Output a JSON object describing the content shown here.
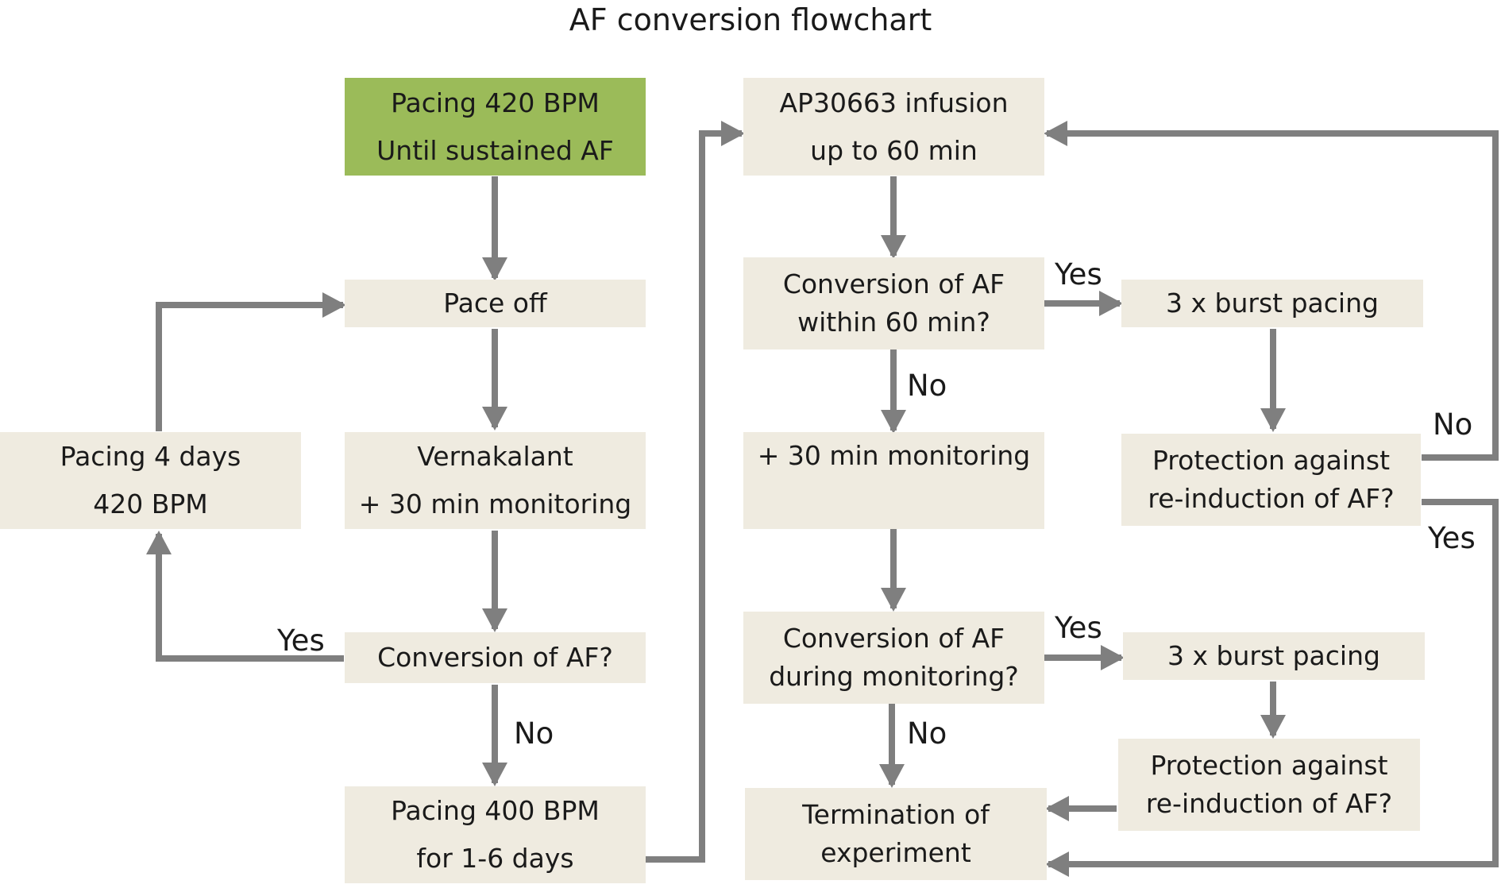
{
  "title": "AF conversion flowchart",
  "colors": {
    "box": "#efebe0",
    "start_box": "#9bbb59",
    "arrow": "#7f7f7f"
  },
  "nodes": {
    "pacing_420_until_af": [
      "Pacing 420 BPM",
      "Until sustained AF"
    ],
    "pace_off": [
      "Pace off"
    ],
    "vernakalant": [
      "Vernakalant",
      "+ 30 min monitoring"
    ],
    "conversion_of_af": [
      "Conversion of AF?"
    ],
    "pacing_400": [
      "Pacing 400 BPM",
      "for 1-6 days"
    ],
    "pacing_4_days": [
      "Pacing 4 days",
      "420 BPM"
    ],
    "ap30663_infusion": [
      "AP30663 infusion",
      "up to 60 min"
    ],
    "conversion_within_60": [
      "Conversion of AF",
      "within 60 min?"
    ],
    "monitoring_30": [
      "+ 30 min monitoring"
    ],
    "conversion_during_monitoring": [
      "Conversion of AF",
      "during monitoring?"
    ],
    "termination": [
      "Termination of",
      "experiment"
    ],
    "burst_pacing_1": [
      "3 x burst pacing"
    ],
    "protection_1": [
      "Protection against",
      "re-induction of AF?"
    ],
    "burst_pacing_2": [
      "3 x burst pacing"
    ],
    "protection_2": [
      "Protection against",
      "re-induction of AF?"
    ]
  },
  "edge_labels": {
    "yes_conversion_left": "Yes",
    "no_conversion_left": "No",
    "yes_within_60": "Yes",
    "no_within_60": "No",
    "yes_during_monitoring": "Yes",
    "no_during_monitoring": "No",
    "no_protection_1": "No",
    "yes_protection_1": "Yes"
  }
}
